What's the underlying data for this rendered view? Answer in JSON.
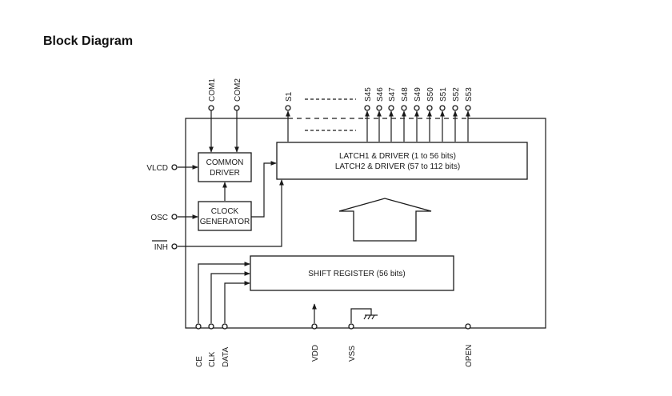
{
  "page": {
    "heading": "Block Diagram"
  },
  "blocks": {
    "common_driver": [
      "COMMON",
      "DRIVER"
    ],
    "clock_generator": [
      "CLOCK",
      "GENERATOR"
    ],
    "latch_driver": [
      "LATCH1 & DRIVER (1 to 56 bits)",
      "LATCH2 & DRIVER (57 to 112 bits)"
    ],
    "shift_register": "SHIFT REGISTER (56 bits)"
  },
  "pins": {
    "left": {
      "vlcd": "VLCD",
      "osc": "OSC",
      "inh": "INH"
    },
    "top": {
      "com1": "COM1",
      "com2": "COM2",
      "s1": "S1",
      "s45": "S45",
      "s46": "S46",
      "s47": "S47",
      "s48": "S48",
      "s49": "S49",
      "s50": "S50",
      "s51": "S51",
      "s52": "S52",
      "s53": "S53"
    },
    "bottom": {
      "ce": "CE",
      "clk": "CLK",
      "data": "DATA",
      "vdd": "VDD",
      "vss": "VSS",
      "open": "OPEN"
    }
  }
}
